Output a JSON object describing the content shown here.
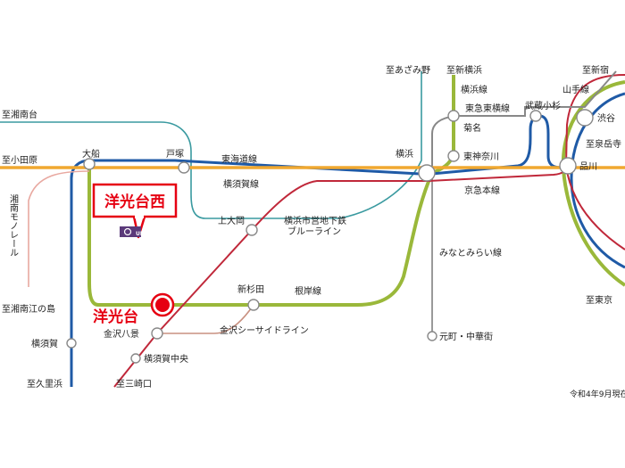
{
  "colors": {
    "tokaido": "#f0a830",
    "yokosuka": "#1f5aa6",
    "negishi": "#9ab83a",
    "keikyu": "#c0283a",
    "bluelane": "#3a9aa0",
    "minatomirai": "#9a9a9a",
    "tokyu": "#888888",
    "monorail": "#e8a8a0",
    "seaside": "#c89080",
    "highlight": "#e60012"
  },
  "title": {
    "callout": "洋光台西",
    "station": "洋光台"
  },
  "logo": {
    "text": "UR"
  },
  "date_note": "令和4年9月現在",
  "directions": {
    "shonandai": "至湘南台",
    "odawara": "至小田原",
    "shonan_enoshima": "至湘南江の島",
    "kurihama": "至久里浜",
    "misakiguchi": "至三崎口",
    "azamino": "至あざみ野",
    "shinyokohama": "至新横浜",
    "shinjuku": "至新宿",
    "sengakuji": "至泉岳寺",
    "tokyo": "至東京"
  },
  "stations": {
    "ofuna": "大船",
    "totsuka": "戸塚",
    "yokohama": "横浜",
    "kamiooka": "上大岡",
    "shinsugita": "新杉田",
    "kanazawa_hakkei": "金沢八景",
    "yokosuka_chuo": "横須賀中央",
    "yokosuka": "横須賀",
    "motomachi": "元町・中華街",
    "kikuna": "菊名",
    "higashi_kanagawa": "東神奈川",
    "musashi_kosugi": "武蔵小杉",
    "shibuya": "渋谷",
    "shinagawa": "品川"
  },
  "lines": {
    "tokaido": "東海道線",
    "yokosuka": "横須賀線",
    "negishi": "根岸線",
    "keikyu": "京急本線",
    "bluelane_1": "横浜市営地下鉄",
    "bluelane_2": "ブルーライン",
    "minatomirai": "みなとみらい線",
    "seaside": "金沢シーサイドライン",
    "yokohama_line": "横浜線",
    "toyoko": "東急東横線",
    "yamanote": "山手線",
    "monorail": "湘南モノレール"
  }
}
